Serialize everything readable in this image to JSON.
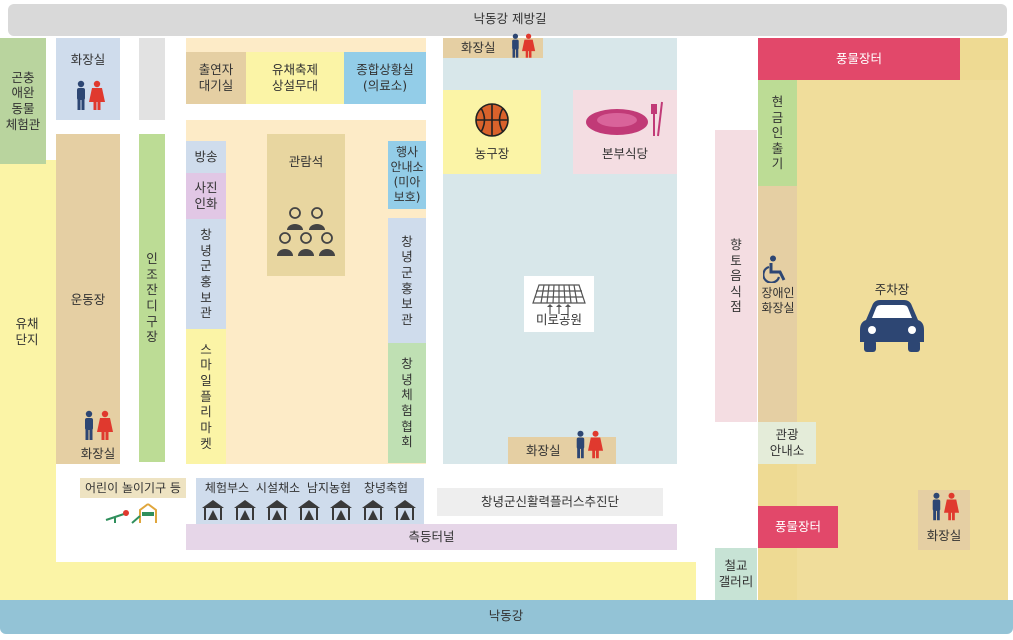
{
  "colors": {
    "road": "#d9d9d9",
    "river": "#93c3d6",
    "yellow": "#fbf4a6",
    "park": "#d8e7ea",
    "plaza": "#fdebc7",
    "tan": "#e5cfa3",
    "green": "#bcdc95",
    "blue": "#cfdcec",
    "pink": "#f4dde2",
    "magenta": "#e2486a",
    "male_icon": "#2d4673",
    "female_icon": "#e0392e"
  },
  "labels": {
    "top_road": "낙동강 제방길",
    "bottom_river": "낙동강",
    "gonchung": "곤충\n애완\n동물\n체험관",
    "yuchae_danji": "유채\n단지",
    "toilet": "화장실",
    "sports_ground": "운동장",
    "injo_grass": "인조잔디구장",
    "performer_room": "출연자\n대기실",
    "stage": "유채축제\n상설무대",
    "situation_room": "종합상황실\n(의료소)",
    "broadcast": "방송",
    "photo_print": "사진\n인화",
    "promo_left": "창녕군홍보관",
    "smile_market": "스마일플리마켓",
    "audience": "관람석",
    "event_info": "행사\n안내소\n(미아\n보호)",
    "promo_right": "창녕군홍보관",
    "experience_assoc": "창녕체험협회",
    "basketball": "농구장",
    "main_restaurant": "본부식당",
    "maze_park": "미로공원",
    "local_food": "향토음식점",
    "poongmul_top": "풍물장터",
    "atm": "현금인출기",
    "disabled_toilet": "장애인\n화장실",
    "parking": "주차장",
    "tour_info": "관광\n안내소",
    "poongmul_bottom": "풍물장터",
    "playground": "어린이 놀이기구 등",
    "booth_experience": "체험부스",
    "booth_vegetable": "시설채소",
    "booth_namji": "남지농협",
    "booth_changnyeong": "창녕축협",
    "vitality_team": "창녕군신활력플러스추진단",
    "side_tunnel": "측등터널",
    "rail_gallery": "철교\n갤러리"
  }
}
